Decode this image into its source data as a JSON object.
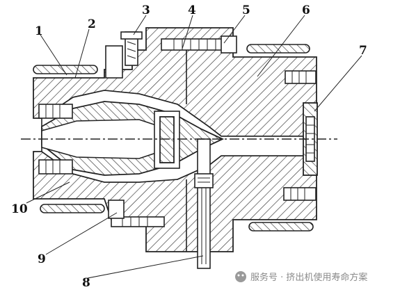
{
  "labels": {
    "l1": "1",
    "l2": "2",
    "l3": "3",
    "l4": "4",
    "l5": "5",
    "l6": "6",
    "l7": "7",
    "l8": "8",
    "l9": "9",
    "l10": "10"
  },
  "watermark": {
    "icon": "wechat-service-icon",
    "text": "服务号 · 挤出机使用寿命方案"
  }
}
